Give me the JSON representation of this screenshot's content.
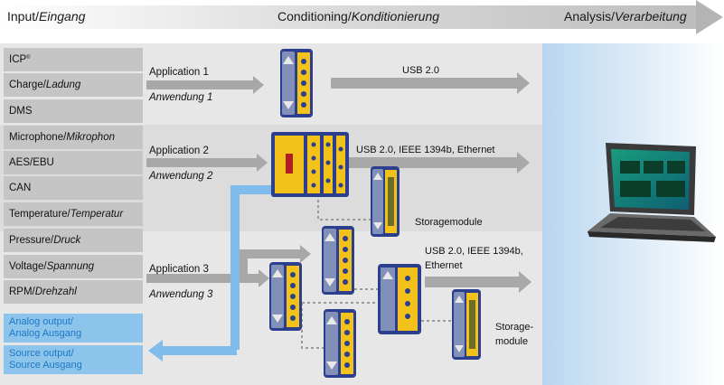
{
  "header": {
    "input": "Input/",
    "input_de": "Eingang",
    "conditioning": "Conditioning/",
    "conditioning_de": "Konditionierung",
    "analysis": "Analysis/",
    "analysis_de": "Verarbeitung"
  },
  "inputs": [
    {
      "en": "ICP",
      "sup": "®",
      "de": ""
    },
    {
      "en": "Charge/",
      "de": "Ladung"
    },
    {
      "en": "DMS",
      "de": ""
    },
    {
      "en": "Microphone/",
      "de": "Mikrophon"
    },
    {
      "en": "AES/EBU",
      "de": ""
    },
    {
      "en": "CAN",
      "de": ""
    },
    {
      "en": "Temperature/",
      "de": "Temperatur"
    },
    {
      "en": "Pressure/",
      "de": "Druck"
    },
    {
      "en": "Voltage/",
      "de": "Spannung"
    },
    {
      "en": "RPM/",
      "de": "Drehzahl"
    }
  ],
  "outputs": [
    {
      "line1": "Analog output/",
      "line2": "Analog Ausgang"
    },
    {
      "line1": "Source output/",
      "line2": "Source Ausgang"
    }
  ],
  "applications": {
    "app1": {
      "label": "Application 1",
      "label_de": "Anwendung 1",
      "link": "USB 2.0"
    },
    "app2": {
      "label": "Application 2",
      "label_de": "Anwendung 2",
      "link": "USB 2.0, IEEE 1394b, Ethernet",
      "storage": "Storagemodule"
    },
    "app3": {
      "label": "Application 3",
      "label_de": "Anwendung 3",
      "link_line1": "USB 2.0, IEEE 1394b,",
      "link_line2": "Ethernet",
      "storage_line1": "Storage-",
      "storage_line2": "module"
    }
  },
  "colors": {
    "module_blue": "#2b3f8e",
    "module_yellow": "#f2c21a",
    "analog_output_blue": "#8dc4ec",
    "arrow_gray": "#a8a8a8",
    "link_blue": "#7fbcec"
  }
}
